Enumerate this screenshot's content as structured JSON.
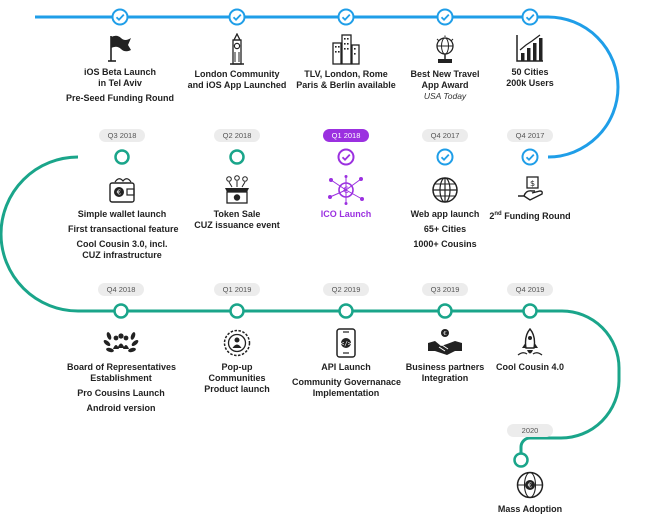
{
  "colors": {
    "blue": "#1f9ee8",
    "teal": "#1aa58a",
    "purple": "#9b30e0",
    "pill_bg": "#ececec",
    "text": "#222222"
  },
  "row1": {
    "milestones": [
      {
        "icon": "flag-icon",
        "lines": [
          "iOS Beta Launch",
          "in Tel Aviv"
        ],
        "extra": [
          "Pre-Seed Funding Round"
        ]
      },
      {
        "icon": "big-ben-icon",
        "lines": [
          "London Community",
          "and iOS App Launched"
        ]
      },
      {
        "icon": "city-buildings-icon",
        "lines": [
          "TLV, London, Rome",
          "Paris & Berlin available"
        ]
      },
      {
        "icon": "award-globe-icon",
        "lines": [
          "Best New Travel",
          "App Award"
        ],
        "sub": "USA Today"
      },
      {
        "icon": "growth-chart-icon",
        "lines": [
          "50 Cities",
          "200k Users"
        ]
      }
    ]
  },
  "row2": {
    "quarters": [
      "Q3 2018",
      "Q2 2018",
      "Q1 2018",
      "Q4 2017",
      "Q4 2017"
    ],
    "milestones": [
      {
        "icon": "wallet-icon",
        "lines": [
          "Simple wallet launch",
          "First transactional feature",
          "Cool Cousin 3.0, incl.",
          "CUZ infrastructure"
        ]
      },
      {
        "icon": "token-sale-icon",
        "lines": [
          "Token Sale",
          "CUZ issuance event"
        ]
      },
      {
        "icon": "ico-network-icon",
        "lines": [
          "ICO Launch"
        ]
      },
      {
        "icon": "web-globe-icon",
        "lines": [
          "Web app launch",
          "65+ Cities",
          "1000+ Cousins"
        ]
      },
      {
        "icon": "funding-hand-icon",
        "sup": "2",
        "sup_suffix": "nd",
        "rest": " Funding Round"
      }
    ]
  },
  "row3": {
    "quarters": [
      "Q4 2018",
      "Q1 2019",
      "Q2 2019",
      "Q3 2019",
      "Q4 2019"
    ],
    "milestones": [
      {
        "icon": "laurel-people-icon",
        "lines": [
          "Board of Representatives",
          "Establishment",
          "Pro Cousins Launch",
          "Android version"
        ]
      },
      {
        "icon": "popup-badge-icon",
        "lines": [
          "Pop-up",
          "Communities",
          "Product launch"
        ]
      },
      {
        "icon": "api-phone-icon",
        "lines": [
          "API Launch",
          "Community Governanace",
          "Implementation"
        ]
      },
      {
        "icon": "handshake-icon",
        "lines": [
          "Business partners",
          "Integration"
        ]
      },
      {
        "icon": "rocket-icon",
        "lines": [
          "Cool Cousin 4.0"
        ]
      }
    ]
  },
  "final": {
    "quarter": "2020",
    "icon": "coin-globe-icon",
    "label": "Mass Adoption"
  }
}
